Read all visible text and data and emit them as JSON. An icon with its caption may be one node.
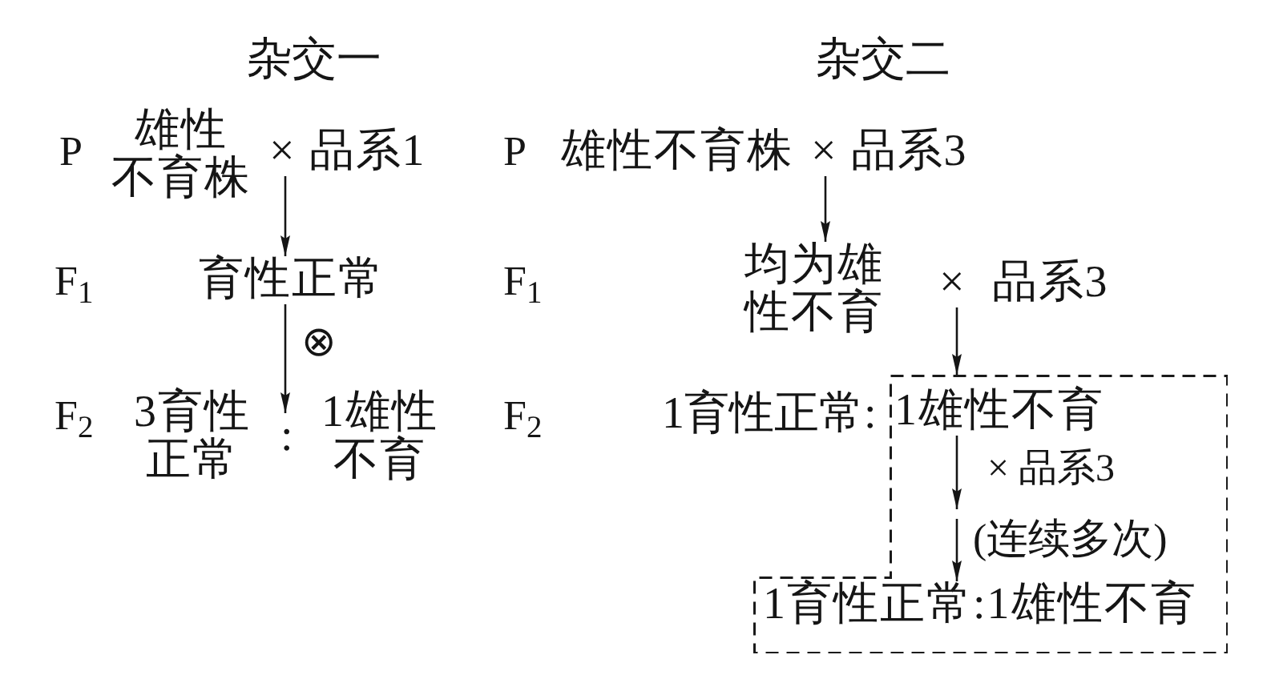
{
  "diagram": {
    "nodes": [
      {
        "text": [
          "雄性不育株"
        ]
      },
      {
        "text": [
          "× 品系1"
        ]
      },
      {
        "text": [
          "育性正常"
        ]
      },
      {
        "text": [
          "3育性正常"
        ]
      },
      {
        "text": [
          ":"
        ]
      },
      {
        "text": [
          "1雄性不育"
        ]
      },
      {
        "text": [
          "雄性不育株"
        ]
      },
      {
        "text": [
          "× 品系3"
        ]
      },
      {
        "text": [
          "均为雄性不育"
        ]
      },
      {
        "text": [
          "×",
          "品系3"
        ]
      },
      {
        "text": [],
        "shape": "box"
      },
      {
        "text": [
          "1雄性不育"
        ],
        "in": 10
      },
      {
        "text": [
          "1育性正常:1雄性不育"
        ],
        "in": 10
      }
    ],
    "edges": [
      {
        "from": 1,
        "to": 2,
        "arrow": "to"
      },
      {
        "from": 2,
        "to": 4,
        "arrow": "to",
        "label": "⊗"
      },
      {
        "from": 7,
        "to": 8,
        "arrow": "to"
      },
      {
        "from": 9,
        "to": 10,
        "arrow": "to"
      },
      {
        "from": 11,
        "to": null,
        "arrow": "to",
        "label": "× 品系3"
      },
      {
        "from": null,
        "to": 12,
        "arrow": "to",
        "label": "(连续多次)"
      }
    ],
    "labels": [
      "杂交一",
      "杂交二",
      "P",
      "P",
      "F$_{1}$",
      "F$_{1}$",
      "F$_{2}$",
      "F$_{2}$",
      "1育性正常:"
    ]
  }
}
